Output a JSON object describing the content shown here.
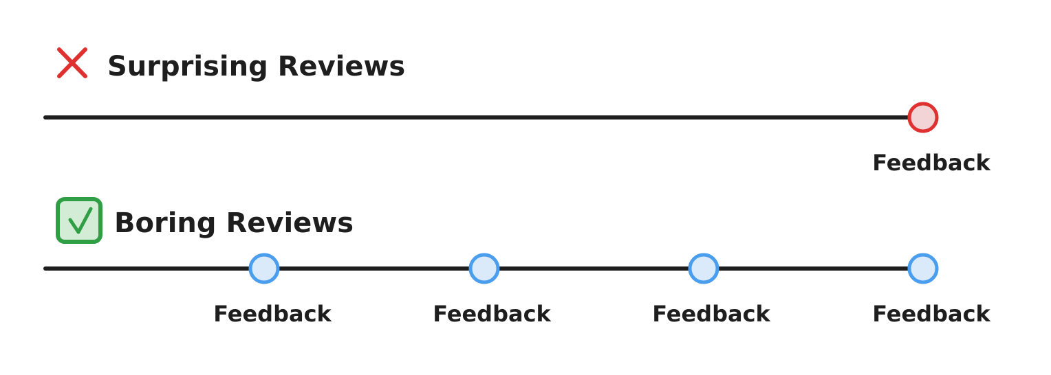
{
  "colors": {
    "line": "#1e1e1e",
    "bad": "#e03131",
    "bad_fill": "#f2d4d7",
    "good": "#2f9e44",
    "good_fill": "#d3ecd6",
    "marker": "#4a9eed",
    "marker_fill": "#dbeafa"
  },
  "sections": {
    "surprising": {
      "title": "Surprising Reviews",
      "icon": "cross-icon",
      "status": "bad",
      "feedback_label": "Feedback",
      "feedback_points": 1
    },
    "boring": {
      "title": "Boring Reviews",
      "icon": "check-box-icon",
      "status": "good",
      "feedback_label": "Feedback",
      "feedback_points": 4
    }
  }
}
